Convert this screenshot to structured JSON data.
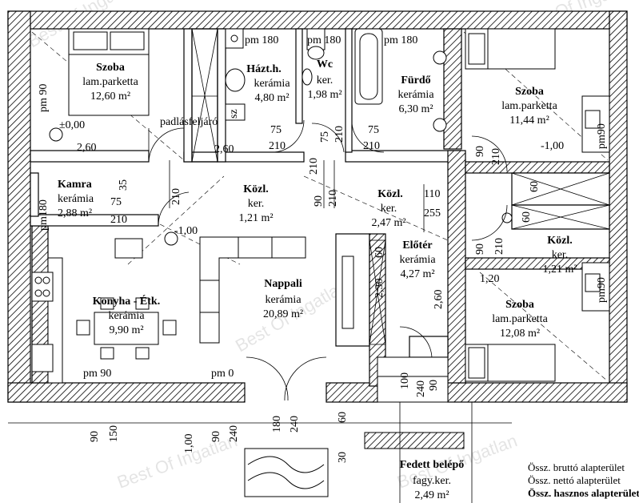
{
  "rooms": [
    {
      "id": "szoba-nw",
      "name": "Szoba",
      "floor": "lam.parketta",
      "area": "12,60 m²"
    },
    {
      "id": "haztartasi",
      "name": "Házt.h.",
      "floor": "kerámia",
      "area": "4,80 m²"
    },
    {
      "id": "wc",
      "name": "Wc",
      "floor": "ker.",
      "area": "1,98 m²"
    },
    {
      "id": "furdo",
      "name": "Fürdő",
      "floor": "kerámia",
      "area": "6,30 m²"
    },
    {
      "id": "szoba-ne",
      "name": "Szoba",
      "floor": "lam.parketta",
      "area": "11,44 m²"
    },
    {
      "id": "kamra",
      "name": "Kamra",
      "floor": "kerámia",
      "area": "2,88 m²"
    },
    {
      "id": "kozl-1",
      "name": "Közl.",
      "floor": "ker.",
      "area": "1,21 m²"
    },
    {
      "id": "kozl-2",
      "name": "Közl.",
      "floor": "ker.",
      "area": "2,47 m²"
    },
    {
      "id": "kozl-3",
      "name": "Közl.",
      "floor": "ker.",
      "area": "1,21 m²"
    },
    {
      "id": "eloter",
      "name": "Előtér",
      "floor": "kerámia",
      "area": "4,27 m²"
    },
    {
      "id": "nappali",
      "name": "Nappali",
      "floor": "kerámia",
      "area": "20,89 m²"
    },
    {
      "id": "konyha",
      "name": "Konyha - Étk.",
      "floor": "kerámia",
      "area": "9,90 m²"
    },
    {
      "id": "szoba-se",
      "name": "Szoba",
      "floor": "lam.parketta",
      "area": "12,08 m²"
    },
    {
      "id": "fedett",
      "name": "Fedett belépő",
      "floor": "fagy.ker.",
      "area": "2,49 m²"
    }
  ],
  "annotations": {
    "attic_hatch": "padlásfeljáró",
    "level_zero": "±0,00",
    "level_minus_nappali": "-1,00",
    "level_minus_szoba": "-1,00",
    "pm90_left": "pm 90",
    "pm180_hazt": "pm 180",
    "pm180_wc": "pm 180",
    "pm180_furdo": "pm 180",
    "pm90_kitchen": "pm 90",
    "pm0_living": "pm 0",
    "pm180_kamra": "pm180",
    "pm90_right1": "pm90",
    "pm90_right2": "pm90",
    "sz_label": "sz"
  },
  "dimensions": {
    "d260_szoba": "2,60",
    "d260_hazt": "2,60",
    "d75_a": "75",
    "d210_a": "210",
    "d75_b": "75",
    "d210_b": "210",
    "d210_c": "210",
    "d75_c": "75",
    "d210_d": "210",
    "d90_a": "90",
    "d210_e": "210",
    "d90_b": "90",
    "d210_f": "210",
    "d35": "35",
    "d210_g": "210",
    "d75_d": "75",
    "d210_h": "210",
    "d110": "110",
    "d255": "255",
    "d60_a": "60",
    "d60_b": "60",
    "d90_c": "90",
    "d210_i": "210",
    "d120": "1,20",
    "d260_eloter": "2,60",
    "d60_c": "60",
    "d230": "2,30",
    "d100": "100",
    "d240_a": "240",
    "d90_d": "90",
    "d180": "180",
    "d240_b": "240",
    "d60_d": "60",
    "d30": "30",
    "b90_a": "90",
    "b150": "150",
    "b100": "1,00",
    "b90_b": "90",
    "b240": "240"
  },
  "legend": {
    "line1": "Össz. bruttó alapterület",
    "line2": "Össz. nettó alapterület",
    "line3": "Össz. hasznos alapterület"
  },
  "watermark": "Best Of Ingatlan"
}
